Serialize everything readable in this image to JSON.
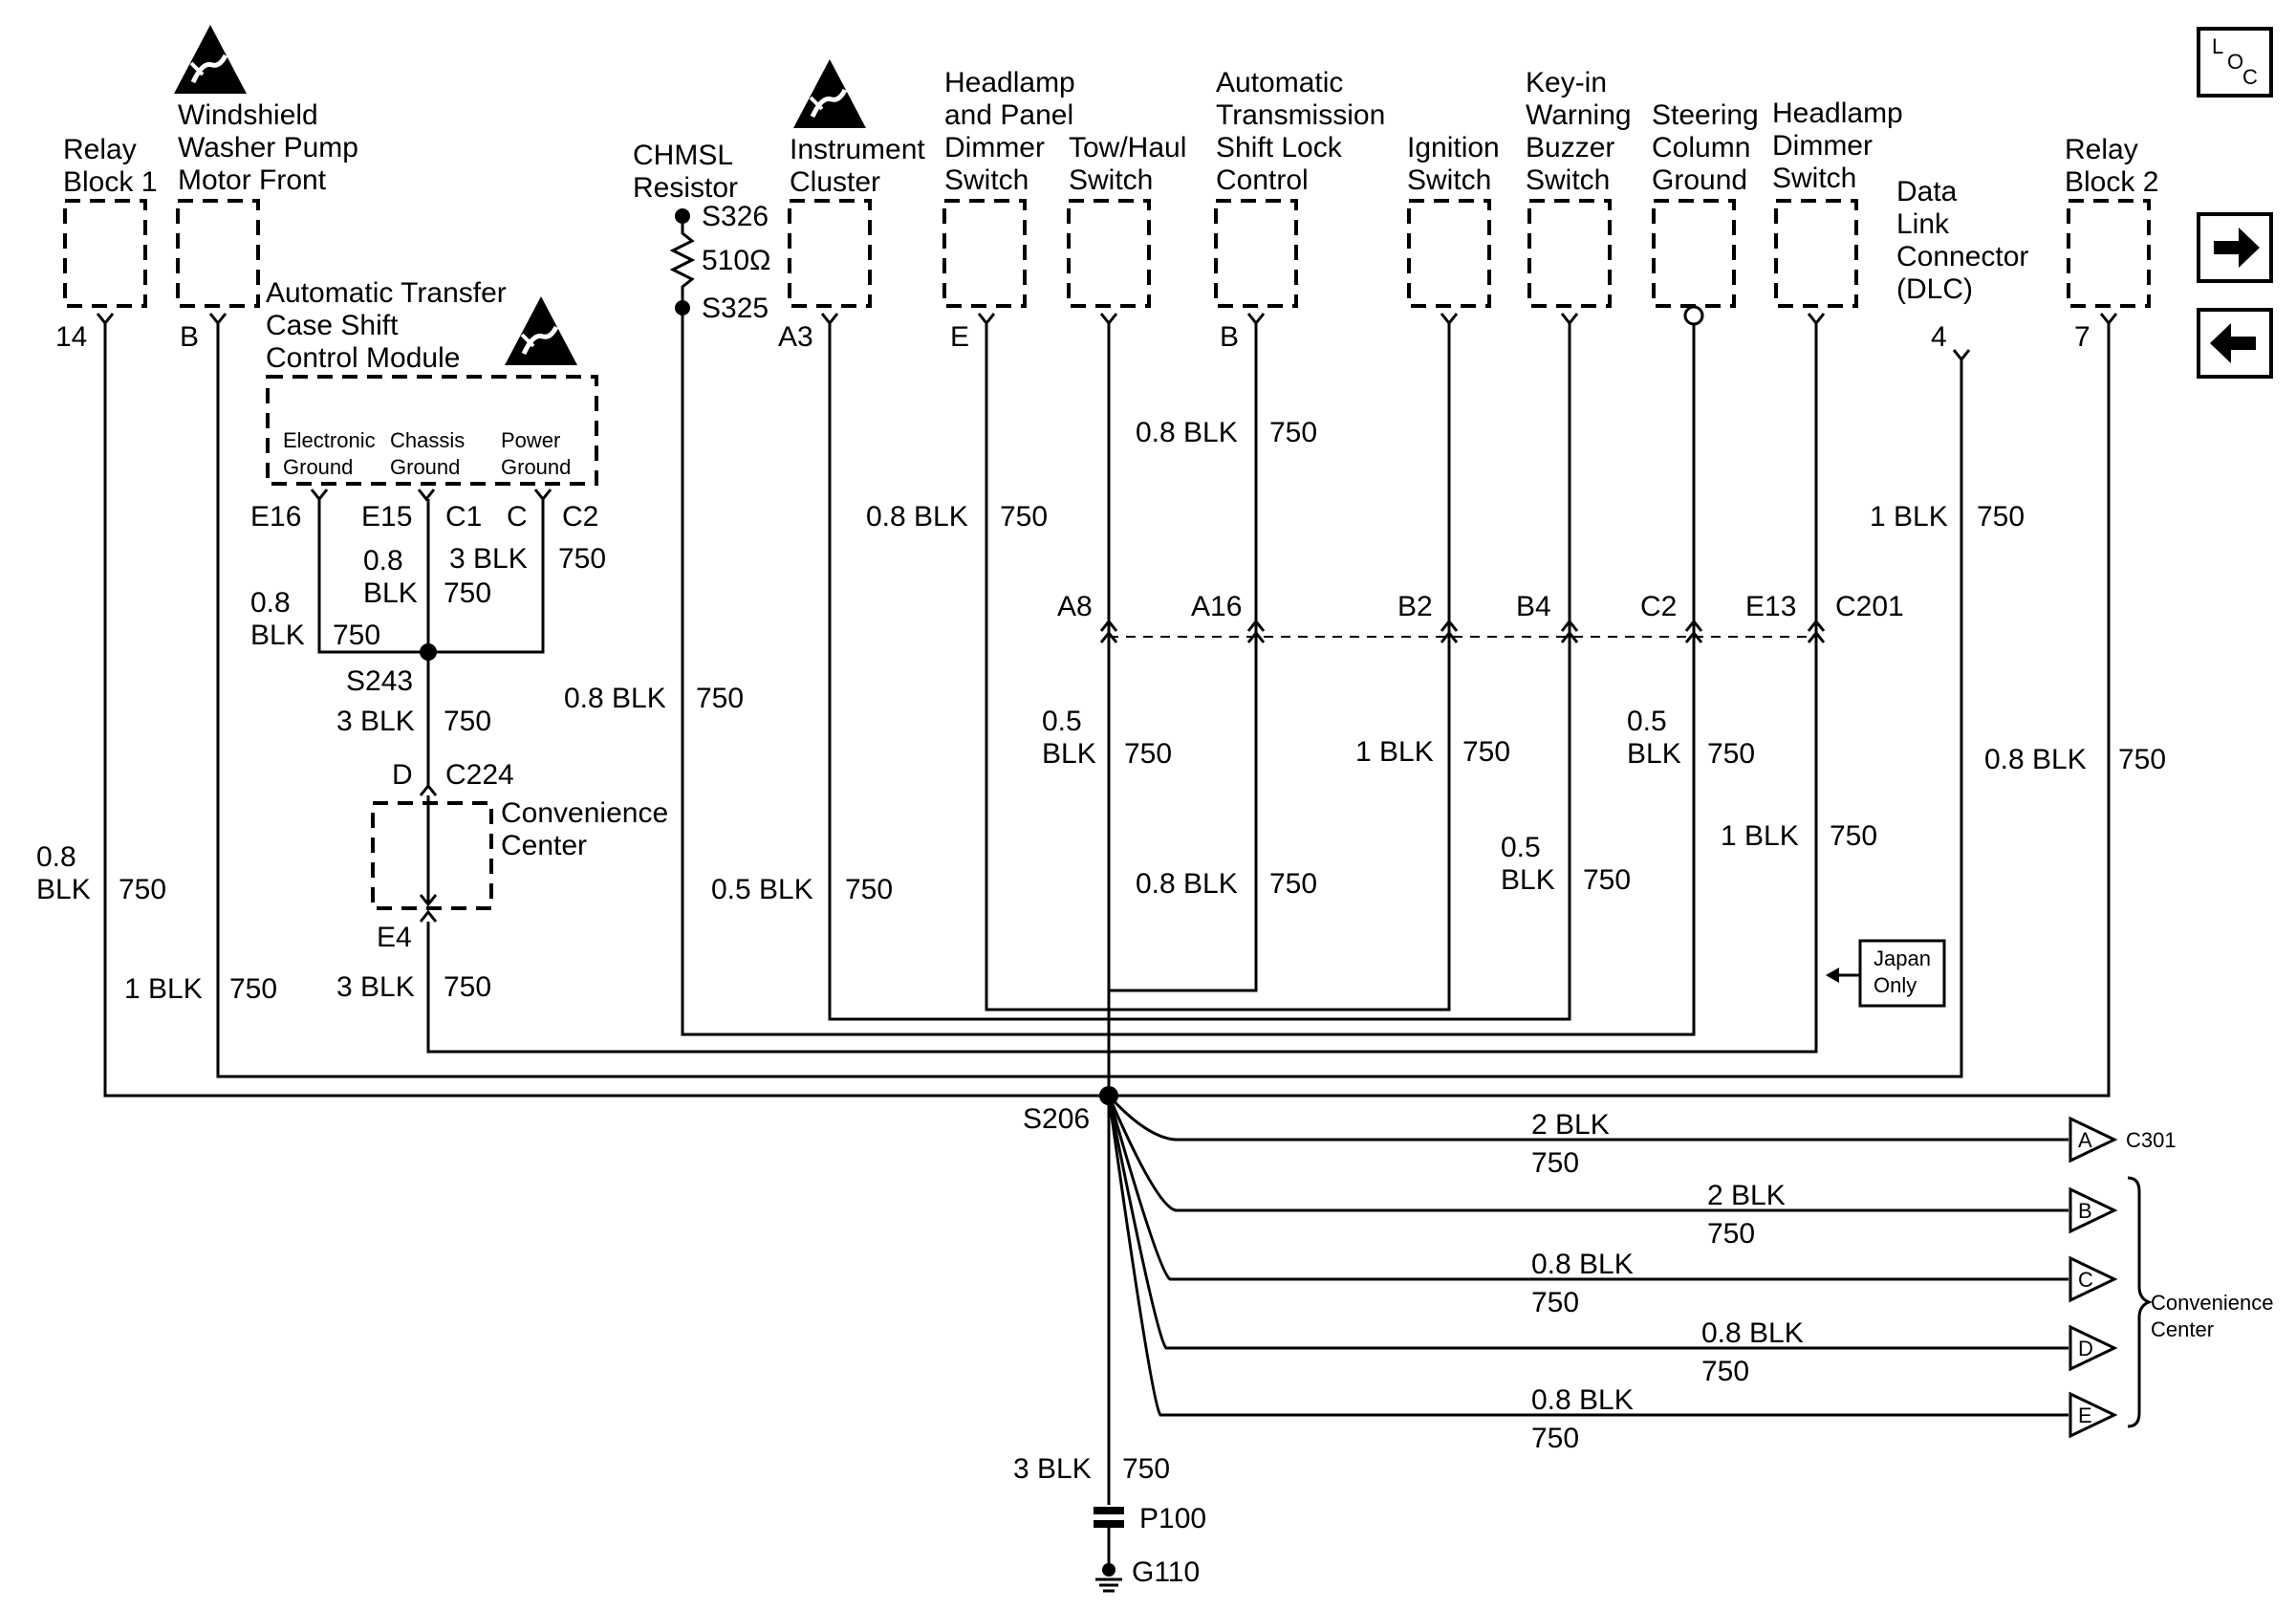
{
  "components": {
    "relay1": {
      "lines": [
        "Relay",
        "Block 1"
      ],
      "pin": "14"
    },
    "washer": {
      "lines": [
        "Windshield",
        "Washer Pump",
        "Motor Front"
      ],
      "pin": "B"
    },
    "tccm": {
      "lines": [
        "Automatic Transfer",
        "Case Shift",
        "Control Module"
      ],
      "grounds": [
        [
          "Electronic",
          "Ground"
        ],
        [
          "Chassis",
          "Ground"
        ],
        [
          "Power",
          "Ground"
        ]
      ],
      "pins": [
        "E16",
        "E15",
        "C1",
        "C",
        "C2"
      ]
    },
    "chmsl": {
      "lines": [
        "CHMSL",
        "Resistor"
      ],
      "top": "S326",
      "value": "510Ω",
      "bottom": "S325"
    },
    "cluster": {
      "lines": [
        "Instrument",
        "Cluster"
      ],
      "pin": "A3"
    },
    "dimmer": {
      "lines": [
        "Headlamp",
        "and Panel",
        "Dimmer",
        "Switch"
      ],
      "pin": "E"
    },
    "towhaul": {
      "lines": [
        "Tow/Haul",
        "Switch"
      ]
    },
    "shiftlock": {
      "lines": [
        "Automatic",
        "Transmission",
        "Shift Lock",
        "Control"
      ],
      "pin": "B"
    },
    "ignition": {
      "lines": [
        "Ignition",
        "Switch"
      ]
    },
    "keyin": {
      "lines": [
        "Key-in",
        "Warning",
        "Buzzer",
        "Switch"
      ]
    },
    "steering": {
      "lines": [
        "Steering",
        "Column",
        "Ground"
      ]
    },
    "hdimmer": {
      "lines": [
        "Headlamp",
        "Dimmer",
        "Switch"
      ]
    },
    "dlc": {
      "lines": [
        "Data",
        "Link",
        "Connector",
        "(DLC)"
      ],
      "pin": "4"
    },
    "relay2": {
      "lines": [
        "Relay",
        "Block 2"
      ],
      "pin": "7"
    },
    "conv1": {
      "lines": [
        "Convenience",
        "Center"
      ],
      "top_pin": "D",
      "top_conn": "C224",
      "bottom_pin": "E4"
    },
    "japan": {
      "lines": [
        "Japan",
        "Only"
      ]
    },
    "conv2": {
      "lines": [
        "Convenience",
        "Center"
      ]
    }
  },
  "c201": {
    "name": "C201",
    "pins": [
      "A8",
      "A16",
      "B2",
      "B4",
      "C2",
      "E13"
    ]
  },
  "splices": {
    "s243": "S243",
    "s206": "S206"
  },
  "wire_labels": {
    "relay1": [
      "0.8",
      "BLK",
      "750"
    ],
    "washer": [
      "1 BLK",
      "750"
    ],
    "e16": [
      "0.8",
      "BLK",
      "750"
    ],
    "e15": [
      "0.8",
      "BLK",
      "750"
    ],
    "c2": [
      "3 BLK",
      "750"
    ],
    "s243": [
      "3 BLK",
      "750"
    ],
    "e4": [
      "3 BLK",
      "750"
    ],
    "chmsl": [
      "0.8 BLK",
      "750"
    ],
    "cluster": [
      "0.5 BLK",
      "750"
    ],
    "dimmer": [
      "0.8 BLK",
      "750"
    ],
    "towhaul": [
      "0.5",
      "BLK",
      "750"
    ],
    "shiftlock_top": [
      "0.8 BLK",
      "750"
    ],
    "shiftlock_bot": [
      "0.8 BLK",
      "750"
    ],
    "ignition": [
      "1 BLK",
      "750"
    ],
    "keyin": [
      "0.5",
      "BLK",
      "750"
    ],
    "steering": [
      "0.5",
      "BLK",
      "750"
    ],
    "hdimmer": [
      "1 BLK",
      "750"
    ],
    "dlc": [
      "1 BLK",
      "750"
    ],
    "relay2": [
      "0.8 BLK",
      "750"
    ]
  },
  "outputs": [
    {
      "gauge": "2 BLK",
      "circuit": "750",
      "pin": "A"
    },
    {
      "gauge": "2 BLK",
      "circuit": "750",
      "pin": "B"
    },
    {
      "gauge": "0.8 BLK",
      "circuit": "750",
      "pin": "C"
    },
    {
      "gauge": "0.8 BLK",
      "circuit": "750",
      "pin": "D"
    },
    {
      "gauge": "0.8 BLK",
      "circuit": "750",
      "pin": "E"
    }
  ],
  "c301": "C301",
  "ground": {
    "wire": [
      "3 BLK",
      "750"
    ],
    "connector": "P100",
    "ground": "G110"
  },
  "nav": {
    "loc": [
      "L",
      "O",
      "C"
    ],
    "next_icon": "arrow-right-icon",
    "prev_icon": "arrow-left-icon"
  }
}
